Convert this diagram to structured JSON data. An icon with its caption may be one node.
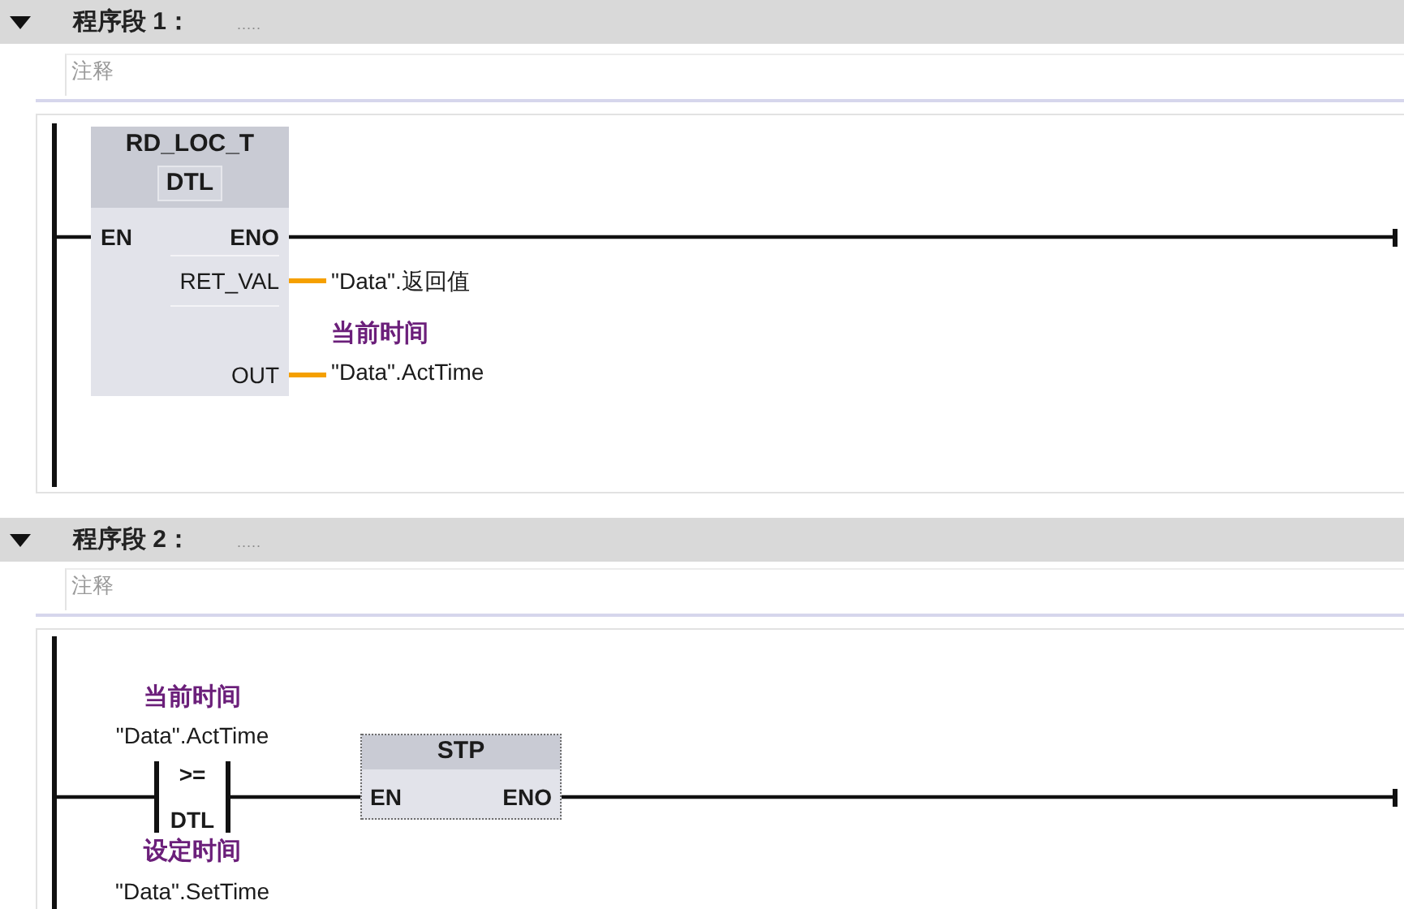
{
  "diagram": {
    "nodes": [
      {
        "text": [
          "程序段 1：",
          "....."
        ]
      },
      {
        "text": [
          "注释"
        ]
      },
      {
        "text": [],
        "shape": "box"
      },
      {
        "text": [],
        "shape": "bar",
        "in": 2
      },
      {
        "text": [
          "RD_LOC_T",
          "DTL",
          "EN",
          "ENO",
          "RET_VAL",
          "OUT"
        ],
        "in": 2
      },
      {
        "text": [],
        "shape": "bar",
        "in": 2
      },
      {
        "text": [
          "\"Data\".返回值"
        ],
        "in": 2
      },
      {
        "text": [
          "当前时间",
          "\"Data\".ActTime"
        ],
        "in": 2
      },
      {
        "text": [
          "程序段 2：",
          "....."
        ]
      },
      {
        "text": [
          "注释"
        ]
      },
      {
        "text": [],
        "shape": "box"
      },
      {
        "text": [],
        "shape": "bar",
        "in": 10
      },
      {
        "text": [
          ">=",
          "DTL"
        ],
        "beside": [
          "当前时间",
          "\"Data\".ActTime",
          "设定时间",
          "\"Data\".SetTime"
        ],
        "in": 10
      },
      {
        "text": [
          "STP",
          "EN",
          "ENO"
        ],
        "in": 10
      },
      {
        "text": [],
        "shape": "bar",
        "in": 10
      }
    ],
    "edges": [
      {
        "from": 3,
        "to": 4,
        "arrow": "none"
      },
      {
        "from": 4,
        "to": 5,
        "arrow": "none"
      },
      {
        "from": 4,
        "to": 6,
        "arrow": "none",
        "color": "#f5a000"
      },
      {
        "from": 4,
        "to": 7,
        "arrow": "none",
        "color": "#f5a000"
      },
      {
        "from": 11,
        "to": 12,
        "arrow": "none"
      },
      {
        "from": 12,
        "to": 13,
        "arrow": "none"
      },
      {
        "from": 13,
        "to": 14,
        "arrow": "none"
      }
    ]
  }
}
